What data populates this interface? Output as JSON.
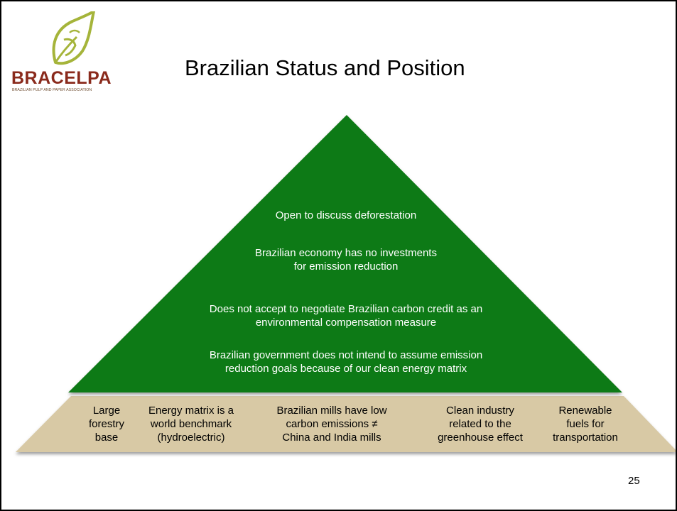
{
  "logo": {
    "name": "BRACELPA",
    "tagline": "BRAZILIAN PULP AND PAPER ASSOCIATION",
    "icon": "leaf-icon",
    "colors": {
      "leaf": "#a5b43a",
      "name": "#8a2a1c"
    }
  },
  "title": "Brazilian Status and Position",
  "pyramid": {
    "color": "#107a12",
    "levels": [
      {
        "text": "Open to discuss deforestation"
      },
      {
        "text": "Brazilian economy has no investments\nfor emission reduction"
      },
      {
        "text": "Does not accept to negotiate Brazilian carbon credit as an\nenvironmental compensation measure"
      },
      {
        "text": "Brazilian government does not intend to assume emission\nreduction goals because of our clean energy matrix"
      }
    ]
  },
  "base": {
    "color": "#d8c9a5",
    "items": [
      {
        "text": "Large\nforestry\nbase"
      },
      {
        "text": "Energy matrix is a\nworld benchmark\n(hydroelectric)"
      },
      {
        "text": "Brazilian mills have low\ncarbon emissions ≠\nChina and India mills"
      },
      {
        "text": "Clean industry\nrelated to the\ngreenhouse effect"
      },
      {
        "text": "Renewable\nfuels for\ntransportation"
      }
    ]
  },
  "page_number": "25"
}
